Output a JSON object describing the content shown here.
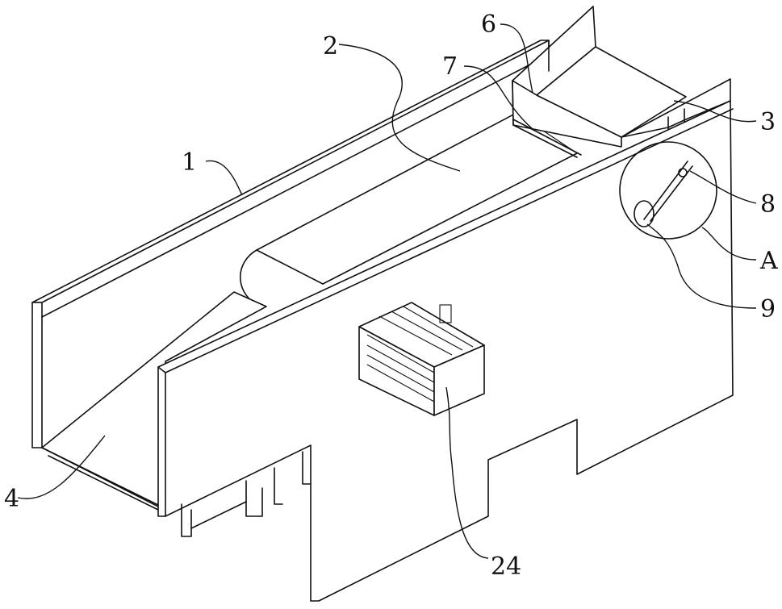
{
  "labels": {
    "l1": "1",
    "l2": "2",
    "l3": "3",
    "l4": "4",
    "l6": "6",
    "l7": "7",
    "l8": "8",
    "l9": "9",
    "lA": "A",
    "l24": "24"
  }
}
